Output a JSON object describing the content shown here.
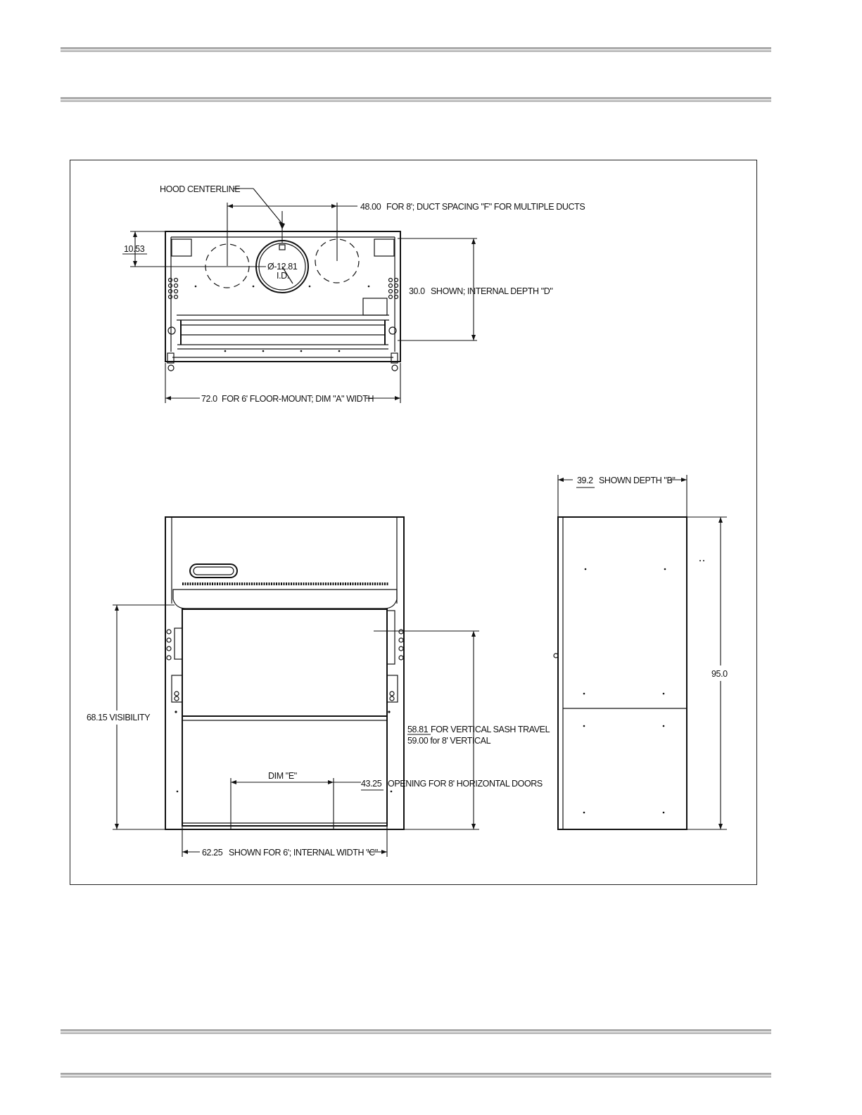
{
  "drawing": {
    "top_view": {
      "hood_centerline": "HOOD CENTERLINE",
      "duct_spacing_value": "48.00",
      "duct_spacing_text": "FOR 8'; DUCT SPACING \"F\" FOR MULTIPLE DUCTS",
      "offset_value": "10.53",
      "duct_diameter": "Ø-12.81",
      "duct_id": "I.D.",
      "internal_depth_value": "30.0",
      "internal_depth_text": "SHOWN; INTERNAL DEPTH \"D\"",
      "width_value": "72.0",
      "width_text": "FOR 6' FLOOR-MOUNT; DIM \"A\" WIDTH"
    },
    "front_view": {
      "visibility_label": "68.15 VISIBILITY",
      "sash_travel_value": "58.81",
      "sash_travel_text": "FOR VERTICAL SASH TRAVEL",
      "sash_travel_8ft": "59.00 for 8' VERTICAL",
      "dim_e": "DIM \"E\"",
      "opening_value": "43.25",
      "opening_text": "OPENING FOR 8' HORIZONTAL DOORS",
      "internal_width_value": "62.25",
      "internal_width_text": "SHOWN FOR 6'; INTERNAL WIDTH \"C\""
    },
    "side_view": {
      "depth_value": "39.2",
      "depth_text": "SHOWN DEPTH \"B\"",
      "height_value": "95.0"
    }
  }
}
